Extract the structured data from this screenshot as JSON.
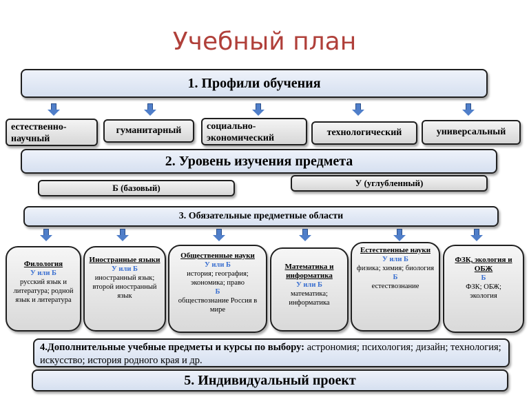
{
  "title": "Учебный план",
  "profiles": {
    "heading": "1. Профили обучения",
    "items": [
      "естественно-научный",
      "гуманитарный",
      "социально-экономический",
      "технологический",
      "универсальный"
    ]
  },
  "level": {
    "heading": "2. Уровень изучения предмета",
    "basic": "Б (базовый)",
    "advanced": "У (углубленный)"
  },
  "areas": {
    "heading": "3. Обязательные предметные области",
    "items": [
      {
        "name": "Филология",
        "level": "У или Б",
        "subjects": "русский язык и литература; родной язык и литература"
      },
      {
        "name": "Иностранные языки",
        "level": "У или Б",
        "subjects": "иностранный язык; второй иностранный язык"
      },
      {
        "name": "Общественные науки",
        "level": "У или Б",
        "subjects": "история; география; экономика; право",
        "level2": "Б",
        "subjects2": "обществознание Россия в мире"
      },
      {
        "name": "Математика и информатика",
        "level": "У или Б",
        "subjects": "математика; информатика"
      },
      {
        "name": "Естественные науки",
        "level": "У или Б",
        "subjects": "физика; химия; биология",
        "level2": "Б",
        "subjects2": "естествознание"
      },
      {
        "name": "ФЗК, экология и ОБЖ",
        "level": "Б",
        "subjects": "ФЗК; ОБЖ; экология"
      }
    ]
  },
  "additional": {
    "heading": "4.Дополнительные учебные предметы и курсы по выбору:",
    "text": " астрономия; психология; дизайн; технология; искусство; история родного края и др."
  },
  "project": {
    "heading": "5. Индивидуальный проект"
  },
  "colors": {
    "title": "#b0403a",
    "arrow": "#4f7ec9",
    "level_text": "#3a6fd0"
  }
}
